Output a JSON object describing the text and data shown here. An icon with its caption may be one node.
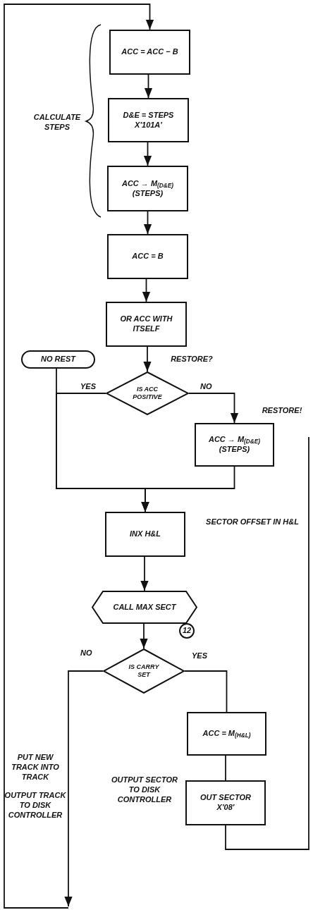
{
  "diagram": {
    "nodes": [
      {
        "text": [
          "ACC = ACC − B"
        ]
      },
      {
        "text": [
          "D&E = STEPS X'101A'"
        ]
      },
      {
        "text": [
          "ACC → M$_{(D&E)}$ (STEPS)"
        ]
      },
      {
        "text": [
          "ACC = B"
        ]
      },
      {
        "text": [
          "OR ACC WITH ITSELF"
        ]
      },
      {
        "text": [
          "NO REST"
        ]
      },
      {
        "text": [
          "IS ACC POSITIVE"
        ],
        "beside": [
          "RESTORE?"
        ]
      },
      {
        "text": [
          "ACC → M$_{(D&E)}$ (STEPS)"
        ],
        "beside": [
          "RESTORE!"
        ]
      },
      {
        "text": [
          "INX H&L"
        ],
        "beside": [
          "SECTOR OFFSET IN H&L"
        ]
      },
      {
        "text": [
          "CALL MAX SECT"
        ],
        "beside": [
          "12"
        ]
      },
      {
        "text": [
          "IS CARRY SET"
        ]
      },
      {
        "text": [
          "ACC = M$_{(H&L)}$"
        ]
      },
      {
        "text": [
          "OUT SECTOR X'08'"
        ],
        "beside": [
          "OUTPUT SECTOR TO DISK CONTROLLER"
        ]
      }
    ],
    "edges": [
      {
        "from": null,
        "to": 0,
        "arrow": "to"
      },
      {
        "from": 0,
        "to": 1,
        "arrow": "to"
      },
      {
        "from": 1,
        "to": 2,
        "arrow": "to"
      },
      {
        "from": 2,
        "to": 3,
        "arrow": "to"
      },
      {
        "from": 3,
        "to": 4,
        "arrow": "to"
      },
      {
        "from": 4,
        "to": 6,
        "arrow": "to"
      },
      {
        "from": 6,
        "to": 8,
        "arrow": "to",
        "label": "YES"
      },
      {
        "from": 5,
        "to": 8,
        "arrow": "to"
      },
      {
        "from": 6,
        "to": 7,
        "arrow": "to",
        "label": "NO"
      },
      {
        "from": 7,
        "to": 8,
        "arrow": "to"
      },
      {
        "from": 8,
        "to": 9,
        "arrow": "to"
      },
      {
        "from": 9,
        "to": 10,
        "arrow": "to"
      },
      {
        "from": 10,
        "to": null,
        "arrow": "to",
        "label": "NO"
      },
      {
        "from": 10,
        "to": 11,
        "arrow": "none",
        "label": "YES"
      },
      {
        "from": 11,
        "to": 12,
        "arrow": "none"
      },
      {
        "from": 12,
        "to": null,
        "arrow": "none"
      }
    ],
    "labels": [
      "CALCULATE STEPS",
      "PUT NEW TRACK INTO TRACK",
      "OUTPUT TRACK TO DISK CONTROLLER"
    ]
  }
}
